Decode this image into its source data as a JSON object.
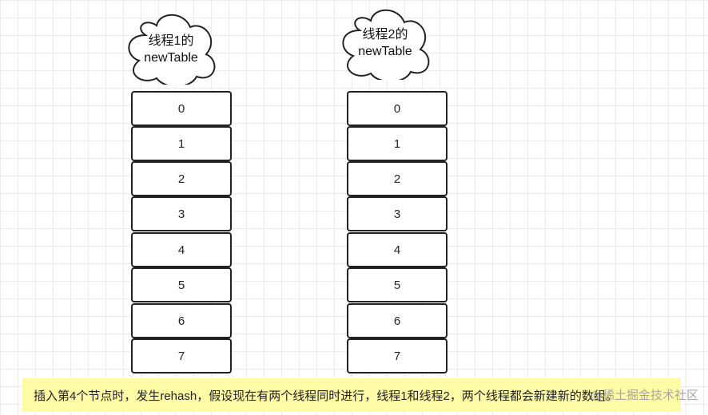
{
  "diagram": {
    "tables": [
      {
        "label_line1": "线程1的",
        "label_line2": "newTable",
        "indices": [
          "0",
          "1",
          "2",
          "3",
          "4",
          "5",
          "6",
          "7"
        ]
      },
      {
        "label_line1": "线程2的",
        "label_line2": "newTable",
        "indices": [
          "0",
          "1",
          "2",
          "3",
          "4",
          "5",
          "6",
          "7"
        ]
      }
    ]
  },
  "caption": "插入第4个节点时，发生rehash，假设现在有两个线程同时进行，线程1和线程2，两个线程都会新建新的数组。",
  "watermark": "@稀土掘金技术社区",
  "colors": {
    "caption_background": "#fdfba6",
    "grid_line": "#ececec",
    "cell_border": "#222222"
  }
}
